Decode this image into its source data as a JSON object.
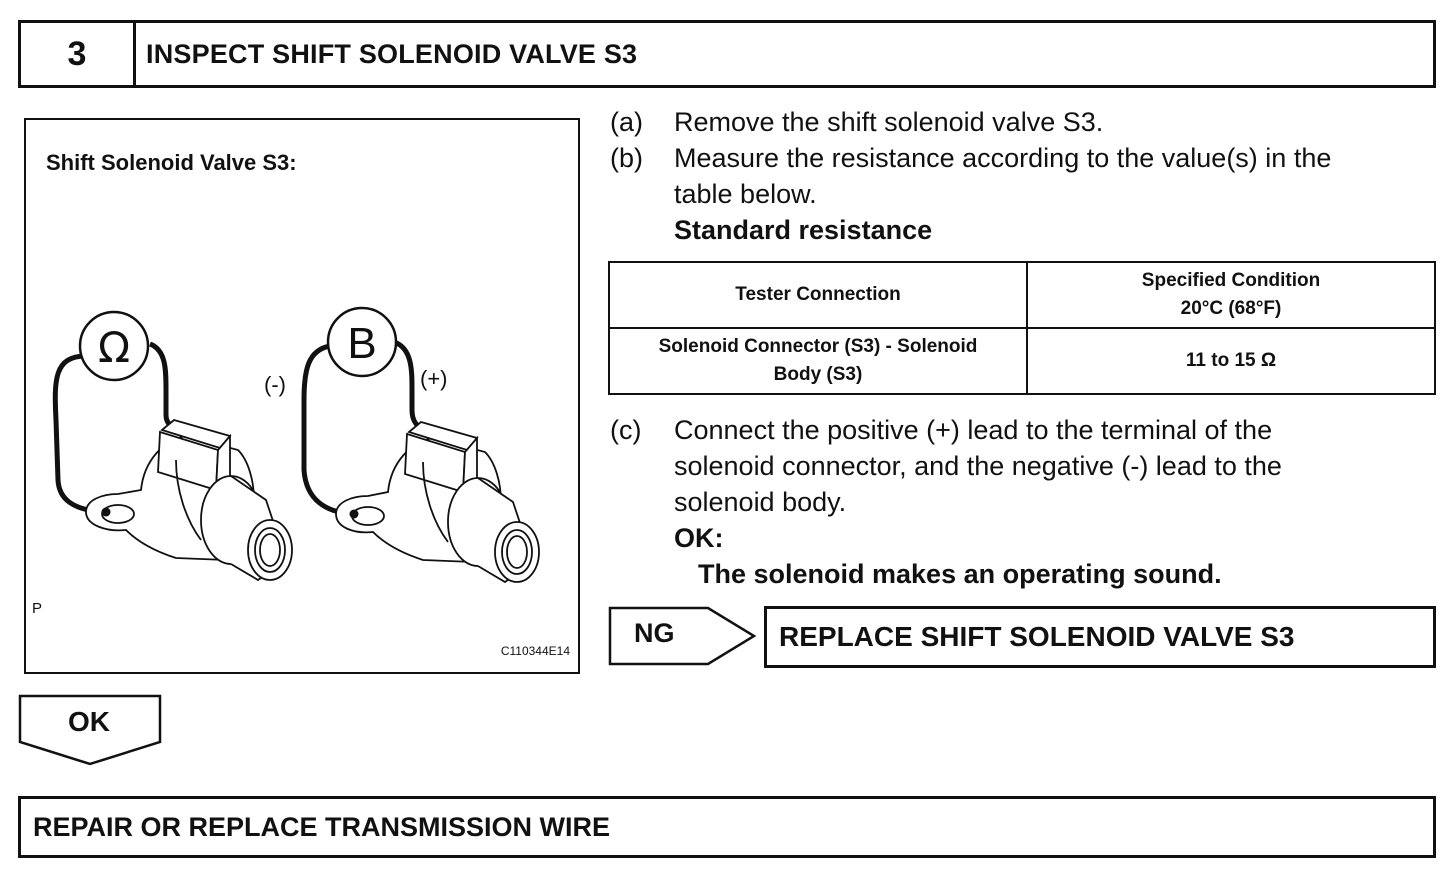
{
  "step": {
    "number": "3",
    "title": "INSPECT SHIFT SOLENOID VALVE S3"
  },
  "figure": {
    "caption": "Shift Solenoid Valve S3:",
    "ohm_symbol": "Ω",
    "battery_symbol": "B",
    "neg_label": "(-)",
    "pos_label": "(+)",
    "p_mark": "P",
    "code": "C110344E14"
  },
  "instructions": {
    "a_label": "(a)",
    "a_text": "Remove the shift solenoid valve S3.",
    "b_label": "(b)",
    "b_line1": "Measure the resistance according to the value(s) in the",
    "b_line2": "table below.",
    "b_heading": "Standard resistance",
    "c_label": "(c)",
    "c_line1": "Connect the positive (+) lead to the terminal of the",
    "c_line2": "solenoid connector, and the negative (-) lead to the",
    "c_line3": "solenoid body.",
    "ok_heading": "OK:",
    "ok_text": "The solenoid makes an operating sound."
  },
  "table": {
    "col1_header": "Tester Connection",
    "col2_header_line1": "Specified Condition",
    "col2_header_line2": "20°C (68°F)",
    "row1_col1_line1": "Solenoid Connector (S3) - Solenoid",
    "row1_col1_line2": "Body (S3)",
    "row1_col2": "11 to 15 Ω"
  },
  "ng": {
    "label": "NG",
    "action": "REPLACE SHIFT SOLENOID VALVE S3"
  },
  "ok": {
    "label": "OK",
    "action": "REPAIR OR REPLACE TRANSMISSION WIRE"
  }
}
